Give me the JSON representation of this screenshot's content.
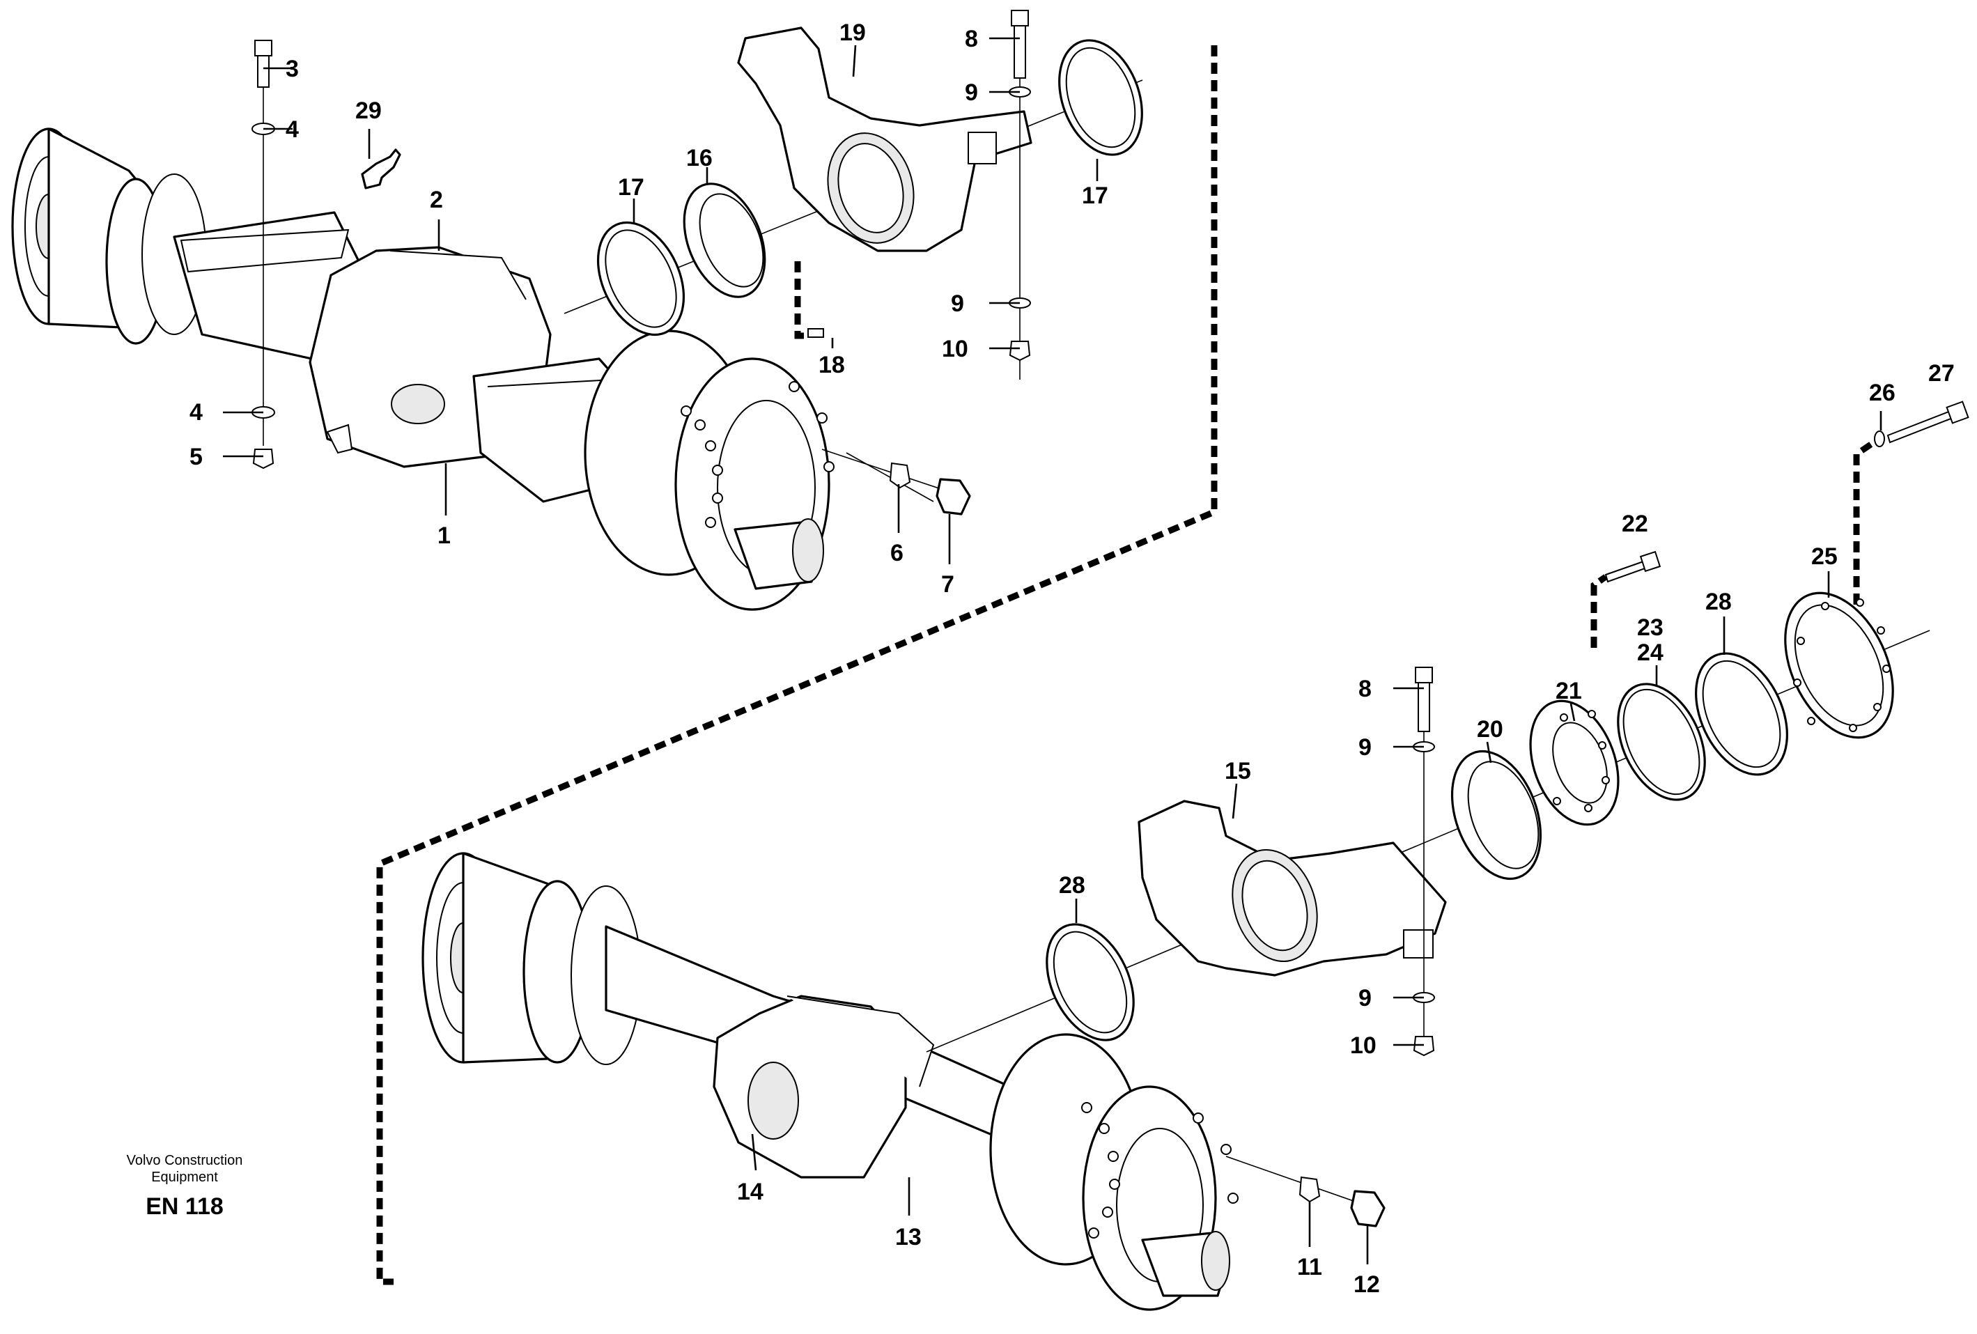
{
  "diagram": {
    "kind": "exploded parts diagram (rear axle assemblies)",
    "callouts": [
      "1",
      "2",
      "3",
      "4",
      "4",
      "5",
      "6",
      "7",
      "8",
      "9",
      "9",
      "10",
      "16",
      "17",
      "17",
      "18",
      "19",
      "29",
      "8",
      "9",
      "9",
      "10",
      "11",
      "12",
      "13",
      "14",
      "15",
      "20",
      "21",
      "22",
      "23",
      "24",
      "25",
      "26",
      "27",
      "28",
      "28"
    ]
  },
  "caption": {
    "line1": "Volvo Construction",
    "line2": "Equipment",
    "code": "EN 118"
  },
  "labels": {
    "n1": "1",
    "n2": "2",
    "n3": "3",
    "n4a": "4",
    "n4b": "4",
    "n5": "5",
    "n6": "6",
    "n7": "7",
    "n8a": "8",
    "n9a": "9",
    "n9b": "9",
    "n10a": "10",
    "n16": "16",
    "n17a": "17",
    "n17b": "17",
    "n18": "18",
    "n19": "19",
    "n29": "29",
    "n8b": "8",
    "n9c": "9",
    "n9d": "9",
    "n10b": "10",
    "n11": "11",
    "n12": "12",
    "n13": "13",
    "n14": "14",
    "n15": "15",
    "n20": "20",
    "n21": "21",
    "n22": "22",
    "n23": "23",
    "n24": "24",
    "n25": "25",
    "n26": "26",
    "n27": "27",
    "n28a": "28",
    "n28b": "28"
  }
}
